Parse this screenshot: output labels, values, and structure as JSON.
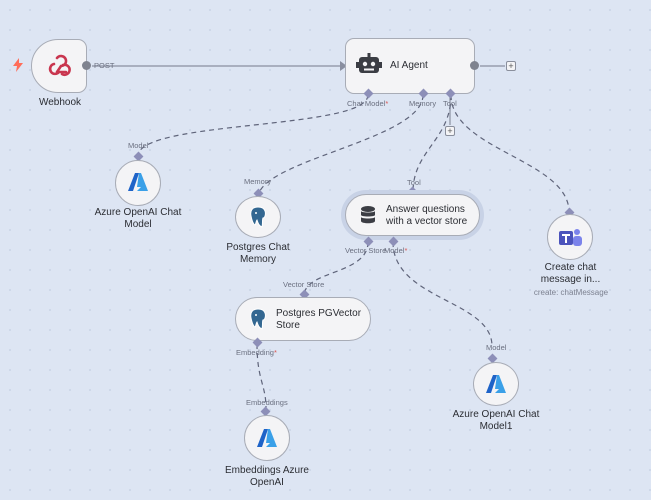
{
  "canvas": {
    "background": "#dde5f3"
  },
  "webhook": {
    "label": "Webhook",
    "output_label": "POST",
    "icon": "webhook-icon",
    "trigger_icon": "lightning-icon"
  },
  "agent": {
    "label": "AI Agent",
    "icon": "robot-icon",
    "ports": {
      "chat_model": "Chat Model",
      "memory": "Memory",
      "tool": "Tool"
    }
  },
  "azure_chat": {
    "label": "Azure OpenAI Chat Model",
    "port": "Model",
    "icon": "azure-icon"
  },
  "pg_memory": {
    "label": "Postgres Chat Memory",
    "port": "Memory",
    "icon": "postgres-icon"
  },
  "vector_tool": {
    "label": "Answer questions with a vector store",
    "port": "Tool",
    "out_vector": "Vector Store",
    "out_model": "Model",
    "icon": "database-icon"
  },
  "teams": {
    "label": "Create chat message in...",
    "sub": "create: chatMessage",
    "icon": "teams-icon"
  },
  "pg_vector": {
    "label": "Postgres PGVector Store",
    "port": "Vector Store",
    "out_embedding": "Embedding",
    "icon": "postgres-icon"
  },
  "azure_chat1": {
    "label": "Azure OpenAI Chat Model1",
    "port": "Model",
    "icon": "azure-icon"
  },
  "embeddings": {
    "label": "Embeddings Azure OpenAI",
    "port": "Embeddings",
    "icon": "azure-icon"
  },
  "required_mark": "*"
}
